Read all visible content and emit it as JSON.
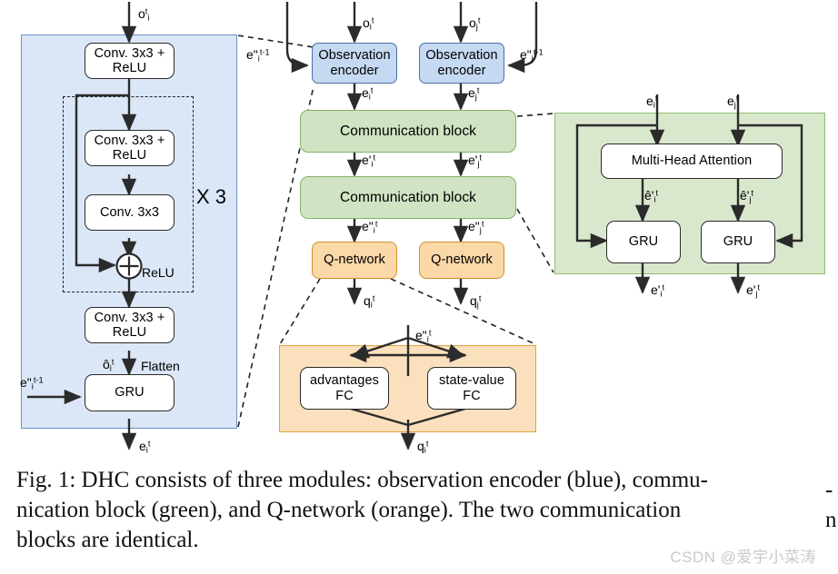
{
  "figure": {
    "panels": {
      "observation_encoder": {
        "name": "observation-encoder-panel",
        "color": "#dbe7f7",
        "border": "#6b8fc9"
      },
      "communication_detail": {
        "name": "communication-block-detail-panel",
        "color": "#d9e8cd",
        "border": "#8fbd6e"
      },
      "qnetwork_detail": {
        "name": "q-network-detail-panel",
        "color": "#fbe0bd",
        "border": "#e0a23c"
      }
    },
    "encoder": {
      "input_label": "o",
      "input_sub": "i",
      "input_sup": "t",
      "conv1": "Conv. 3x3 +\nReLU",
      "conv1_line1": "Conv. 3x3 +",
      "conv1_line2": "ReLU",
      "res_conv1_line1": "Conv. 3x3 +",
      "res_conv1_line2": "ReLU",
      "res_conv2": "Conv. 3x3",
      "repeat_label": "X 3",
      "add_relu_label": "ReLU",
      "conv_final_line1": "Conv. 3x3 +",
      "conv_final_line2": "ReLU",
      "flatten_label": "Flatten",
      "ohat_base": "ô",
      "ohat_sub": "i",
      "ohat_sup": "t",
      "gru": "GRU",
      "recurrent_in_base": "e\"",
      "recurrent_in_sub": "i",
      "recurrent_in_sup": "t-1",
      "out_base": "e",
      "out_sub": "i",
      "out_sup": "t"
    },
    "overview": {
      "obs_input_i_base": "o",
      "obs_input_i_sub": "i",
      "obs_input_i_sup": "t",
      "obs_input_j_base": "o",
      "obs_input_j_sub": "j",
      "obs_input_j_sup": "t",
      "hidden_in_i_base": "e\"",
      "hidden_in_i_sub": "i",
      "hidden_in_i_sup": "t-1",
      "hidden_in_j_base": "e\"",
      "hidden_in_j_sub": "j",
      "hidden_in_j_sup": "t-1",
      "encoder_i_line1": "Observation",
      "encoder_i_line2": "encoder",
      "encoder_j_line1": "Observation",
      "encoder_j_line2": "encoder",
      "e_i_base": "e",
      "e_i_sub": "i",
      "e_i_sup": "t",
      "e_j_base": "e",
      "e_j_sub": "j",
      "e_j_sup": "t",
      "comm_block_1": "Communication block",
      "comm_block_2": "Communication block",
      "e1_i_base": "e'",
      "e1_i_sub": "i",
      "e1_i_sup": "t",
      "e1_j_base": "e'",
      "e1_j_sub": "j",
      "e1_j_sup": "t",
      "e2_i_base": "e\"",
      "e2_i_sub": "i",
      "e2_i_sup": "t",
      "e2_j_base": "e\"",
      "e2_j_sub": "j",
      "e2_j_sup": "t",
      "qnet_i": "Q-network",
      "qnet_j": "Q-network",
      "q_i_base": "q",
      "q_i_sub": "i",
      "q_i_sup": "t",
      "q_j_base": "q",
      "q_j_sub": "j",
      "q_j_sup": "t"
    },
    "comm_detail": {
      "in_i_base": "e",
      "in_i_sub": "i",
      "in_i_sup": "t",
      "in_j_base": "e",
      "in_j_sub": "j",
      "in_j_sup": "t",
      "attention": "Multi-Head Attention",
      "ehat_i_base": "ê'",
      "ehat_i_sub": "i",
      "ehat_i_sup": "t",
      "ehat_j_base": "ê'",
      "ehat_j_sub": "j",
      "ehat_j_sup": "t",
      "gru_i": "GRU",
      "gru_j": "GRU",
      "out_i_base": "e'",
      "out_i_sub": "i",
      "out_i_sup": "t",
      "out_j_base": "e'",
      "out_j_sub": "j",
      "out_j_sup": "t"
    },
    "q_detail": {
      "in_base": "e\"",
      "in_sub": "i",
      "in_sup": "t",
      "advantages_line1": "advantages",
      "advantages_line2": "FC",
      "state_value_line1": "state-value",
      "state_value_line2": "FC",
      "out_base": "q",
      "out_sub": "i",
      "out_sup": "t"
    }
  },
  "caption": {
    "line1": "Fig. 1: DHC consists of three modules: observation encoder (blue), commu-",
    "line2": "nication block (green), and Q-network (orange). The two communication",
    "line3": "blocks are identical.",
    "edge1": "-",
    "edge2": "n"
  },
  "watermark": {
    "text": "CSDN @爱宇小菜涛"
  }
}
